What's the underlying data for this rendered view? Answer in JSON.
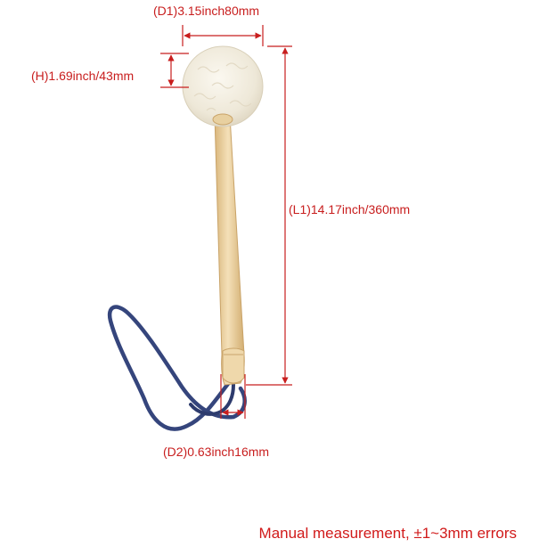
{
  "labels": {
    "d1": "(D1)3.15inch80mm",
    "h": "(H)1.69inch/43mm",
    "l1": "(L1)14.17inch/360mm",
    "d2": "(D2)0.63inch16mm"
  },
  "footer": "Manual measurement,  ±1~3mm errors",
  "colors": {
    "annotation": "#c81e1e",
    "footer": "#d11a1a",
    "felt": "#f3efe4",
    "wood": "#ecd3a3",
    "cord": "#35457c"
  }
}
